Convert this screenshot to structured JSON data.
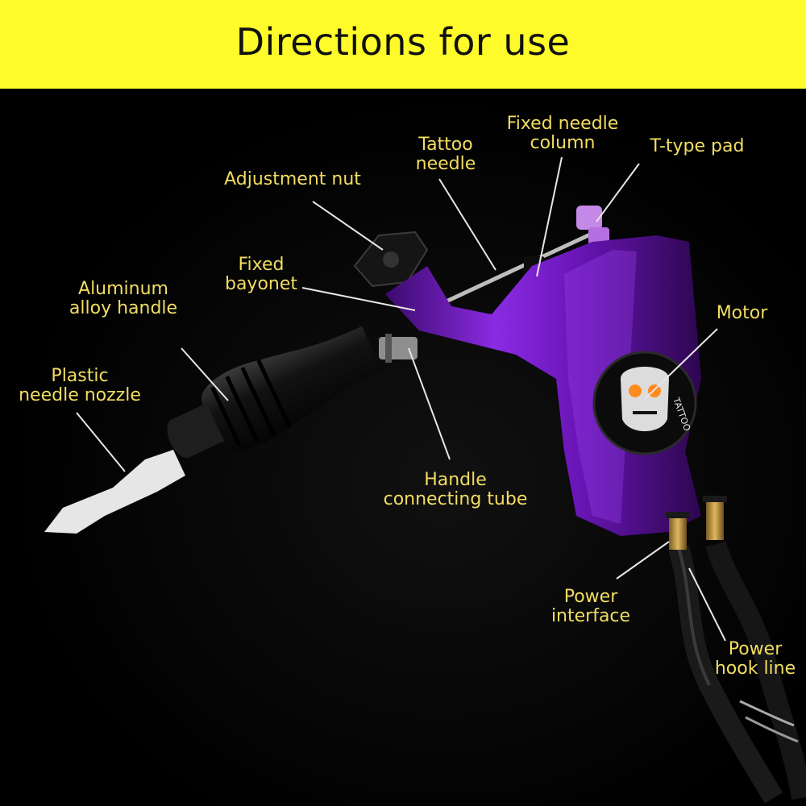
{
  "banner": {
    "title": "Directions for use",
    "color": "#fffb2a"
  },
  "label_color": "#f2dd62",
  "labels": {
    "fixed_needle_column": [
      "Fixed needle",
      "column"
    ],
    "tattoo_needle": [
      "Tattoo",
      "needle"
    ],
    "t_type_pad": [
      "T-type pad"
    ],
    "adjustment_nut": [
      "Adjustment nut"
    ],
    "fixed_bayonet": [
      "Fixed",
      "bayonet"
    ],
    "aluminum_alloy_handle": [
      "Aluminum",
      "alloy handle"
    ],
    "motor": [
      "Motor"
    ],
    "plastic_needle_nozzle": [
      "Plastic",
      "needle nozzle"
    ],
    "handle_connecting_tube": [
      "Handle",
      "connecting tube"
    ],
    "power_interface": [
      "Power",
      "interface"
    ],
    "power_hook_line": [
      "Power",
      "hook line"
    ]
  },
  "logo_text": "TATTOO",
  "colors": {
    "body": "#7a1fc9",
    "grip": "#1b1b1b",
    "tip": "#e6e6e6",
    "pad": "#c58ae8"
  }
}
